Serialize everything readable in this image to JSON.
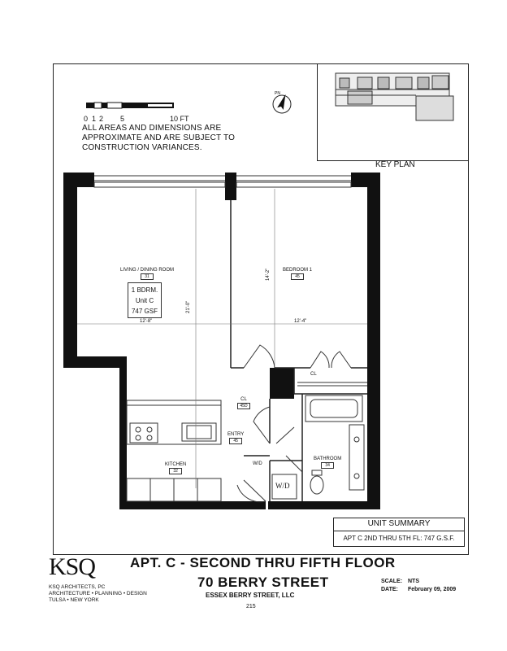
{
  "notes": {
    "scale_ticks": [
      "0",
      "1",
      "2",
      "5",
      "10 FT"
    ],
    "disclaimer": [
      "ALL AREAS AND DIMENSIONS ARE",
      "APPROXIMATE AND ARE SUBJECT TO",
      "CONSTRUCTION VARIANCES."
    ]
  },
  "key_plan": {
    "label": "KEY PLAN"
  },
  "rooms": {
    "living": {
      "label": "LIVING / DINING ROOM",
      "num": "31"
    },
    "bedroom": {
      "label": "BEDROOM 1",
      "num": "45"
    },
    "cl1": {
      "label": "CL",
      "num": ""
    },
    "cl2": {
      "label": "CL",
      "num": "45D"
    },
    "entry": {
      "label": "ENTRY",
      "num": "45"
    },
    "kitchen": {
      "label": "KITCHEN",
      "num": "32"
    },
    "wd": {
      "label": "W/D",
      "num": ""
    },
    "bathroom": {
      "label": "BATHROOM",
      "num": "34"
    }
  },
  "unit_tag": {
    "line1": "1 BDRM.",
    "line2": "Unit C",
    "line3": "747 GSF"
  },
  "dimensions": {
    "living_w": "12'-8\"",
    "living_h": "21'-0\"",
    "bed_w": "12'-4\"",
    "bed_h": "14'-2\""
  },
  "appliance": {
    "wd_label": "W/D"
  },
  "unit_summary": {
    "title": "UNIT SUMMARY",
    "row": "APT C 2ND THRU 5TH FL: 747 G.S.F."
  },
  "titleblock": {
    "logo": "KSQ",
    "firm_lines": [
      "KSQ ARCHITECTS, PC",
      "ARCHITECTURE • PLANNING • DESIGN",
      "TULSA • NEW YORK"
    ],
    "title": "APT. C - SECOND THRU FIFTH FLOOR",
    "address": "70 BERRY STREET",
    "owner": "ESSEX BERRY STREET, LLC",
    "scale_key": "SCALE:",
    "scale_val": "NTS",
    "date_key": "DATE:",
    "date_val": "February 09, 2009",
    "page": "215"
  }
}
